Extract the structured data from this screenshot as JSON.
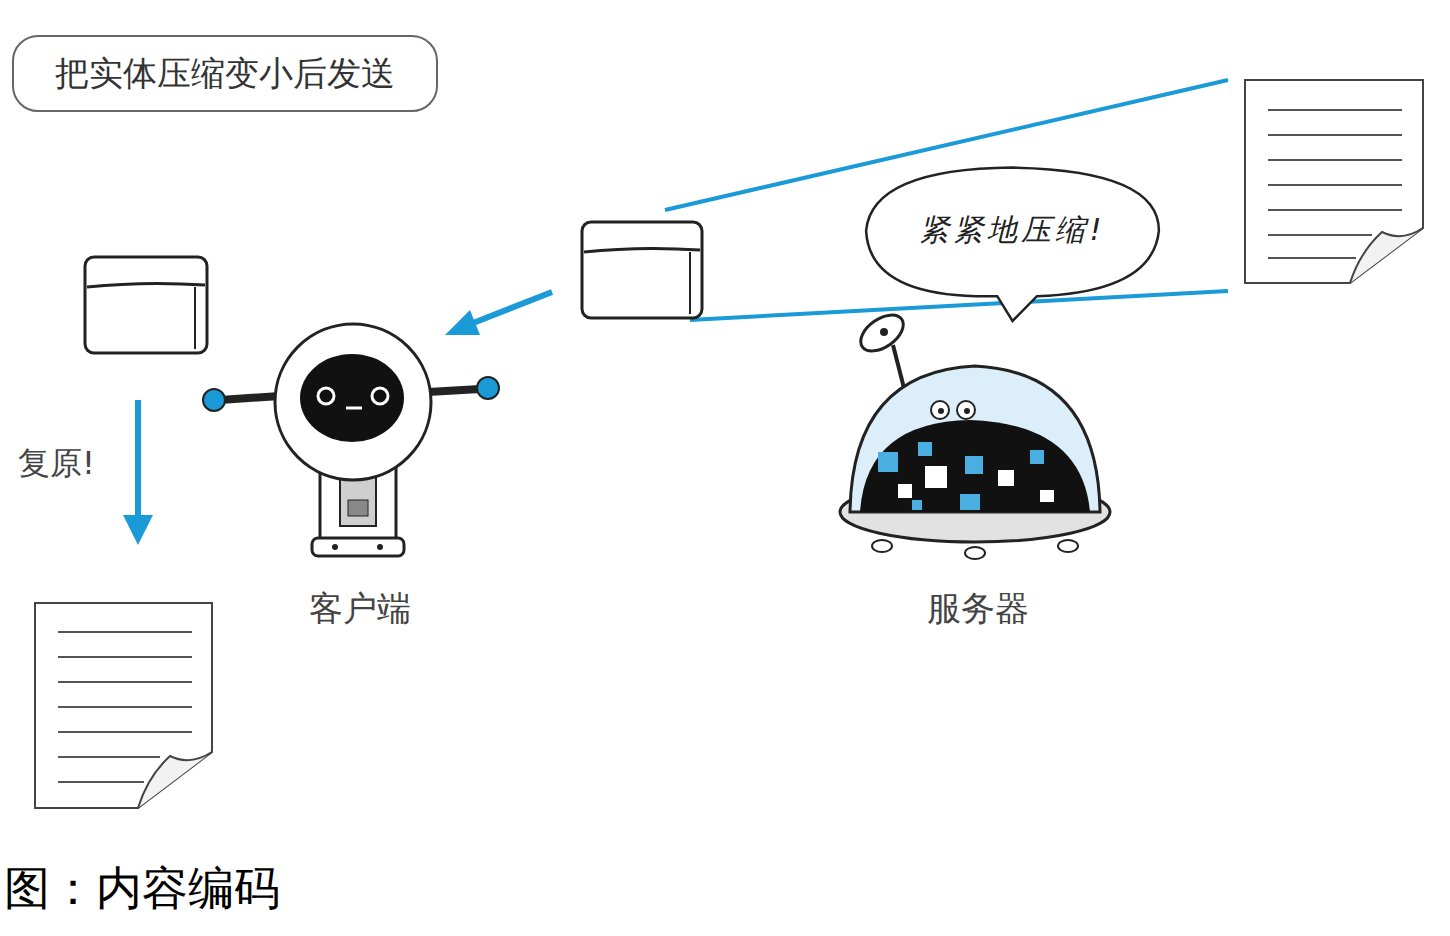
{
  "diagram": {
    "caption": "图：内容编码",
    "nodes": [
      {
        "text": [
          "把实体压缩变小后发送"
        ]
      },
      {
        "text": [
          "紧紧地压缩!"
        ]
      }
    ],
    "labels": [
      "复原!",
      "客户端",
      "服务器"
    ]
  }
}
